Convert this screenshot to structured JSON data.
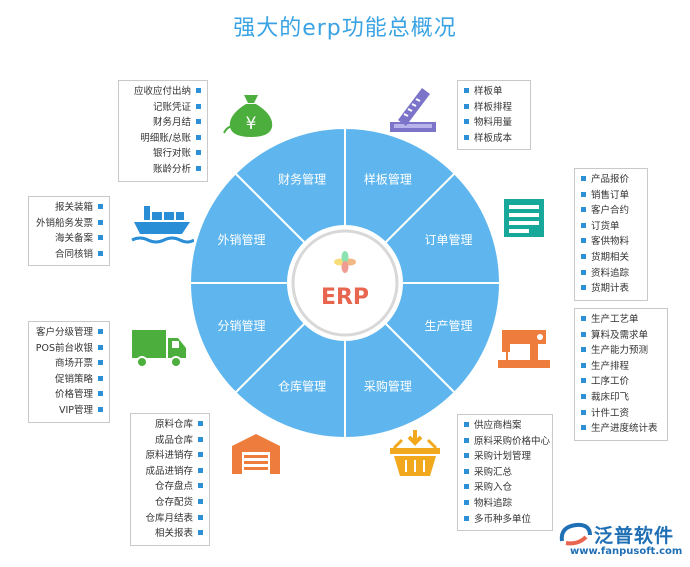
{
  "title": "强大的erp功能总概况",
  "center_label": "ERP",
  "modules": [
    {
      "id": "caiwu",
      "label": "财务管理",
      "items": [
        "应收应付出纳",
        "记账凭证",
        "财务月结",
        "明细账/总账",
        "银行对账",
        "账龄分析"
      ]
    },
    {
      "id": "yangban",
      "label": "样板管理",
      "items": [
        "样板单",
        "样板排程",
        "物料用量",
        "样板成本"
      ]
    },
    {
      "id": "dingdan",
      "label": "订单管理",
      "items": [
        "产品报价",
        "销售订单",
        "客户合约",
        "订货单",
        "客供物料",
        "货期相关",
        "资料追踪",
        "货期计表"
      ]
    },
    {
      "id": "shengchan",
      "label": "生产管理",
      "items": [
        "生产工艺单",
        "算料及需求单",
        "生产能力预测",
        "生产排程",
        "工序工价",
        "裁床印飞",
        "计件工资",
        "生产进度统计表"
      ]
    },
    {
      "id": "caigou",
      "label": "采购管理",
      "items": [
        "供应商档案",
        "原料采购价格中心",
        "采购计划管理",
        "采购汇总",
        "采购入仓",
        "物料追踪",
        "多币种多单位"
      ]
    },
    {
      "id": "cangku",
      "label": "仓库管理",
      "items": [
        "原料仓库",
        "成品仓库",
        "原料进销存",
        "成品进销存",
        "仓存盘点",
        "仓存配货",
        "仓库月结表",
        "相关报表"
      ]
    },
    {
      "id": "fenxiao",
      "label": "分销管理",
      "items": [
        "客户分级管理",
        "POS前台收银",
        "商场开票",
        "促销策略",
        "价格管理",
        "VIP管理"
      ]
    },
    {
      "id": "waixiao",
      "label": "外销管理",
      "items": [
        "报关装箱",
        "外销船务发票",
        "海关备案",
        "合同核销"
      ]
    }
  ],
  "brand": {
    "name": "泛普软件",
    "url": "www.fanpusoft.com"
  },
  "colors": {
    "ring": "#5fb6ee",
    "ring_edge": "#ffffff",
    "accent": "#3aa3e3",
    "icon_green": "#4cae3c",
    "icon_purple": "#7b74c9",
    "icon_teal": "#18a89a",
    "icon_orange": "#ee7d3d",
    "icon_yellow": "#f2a81d",
    "icon_blue": "#2a8ed6"
  }
}
